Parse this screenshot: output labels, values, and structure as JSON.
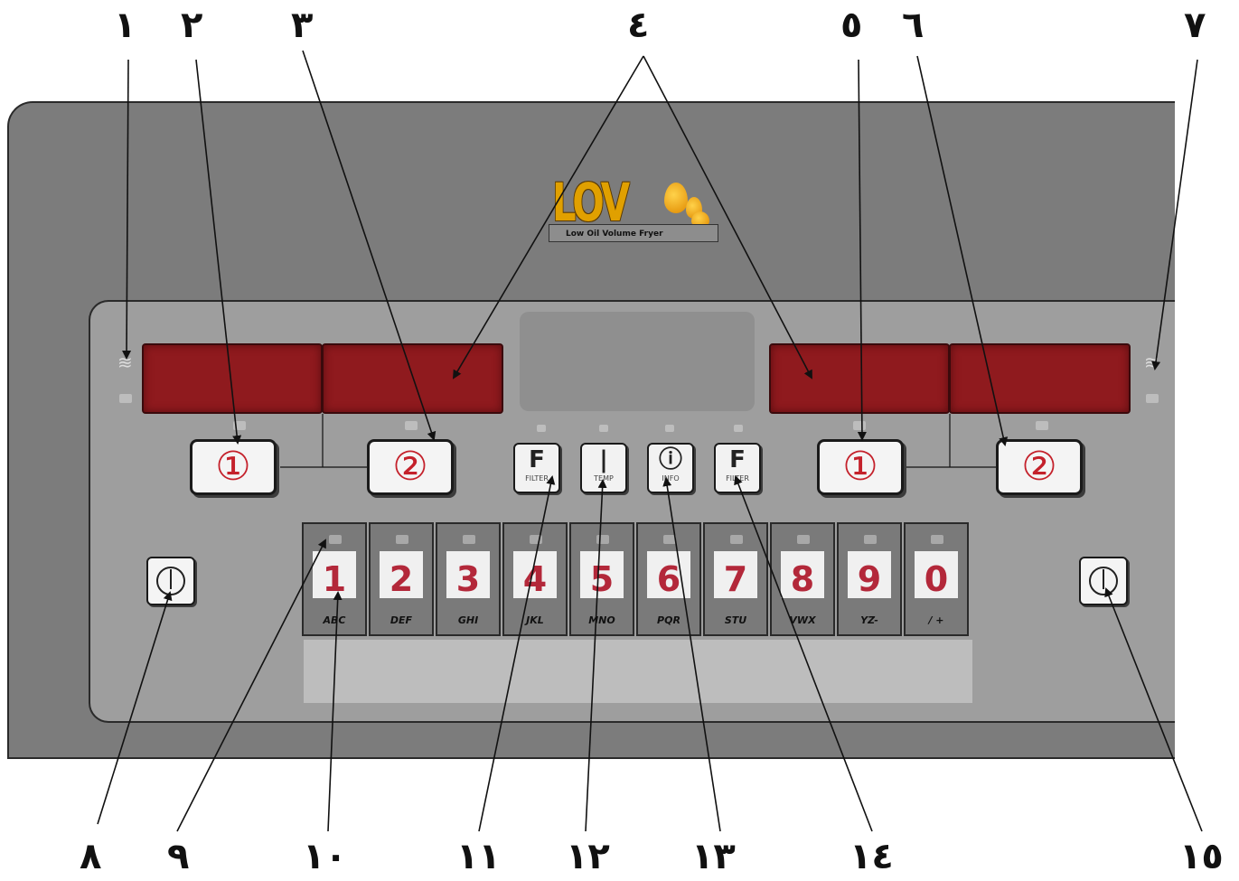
{
  "top_labels": [
    "١",
    "٢",
    "٣",
    "٤",
    "٥",
    "٦",
    "٧"
  ],
  "bottom_labels": [
    "٨",
    "٩",
    "١٠",
    "١١",
    "١٢",
    "١٣",
    "١٤",
    "١٥"
  ],
  "logo": {
    "text": "LOV",
    "subtitle": "Low Oil Volume Fryer"
  },
  "left_buttons": [
    "①",
    "②"
  ],
  "right_buttons": [
    "①",
    "②"
  ],
  "function_buttons": [
    {
      "symbol": "F",
      "caption": "FILTER"
    },
    {
      "symbol": "|",
      "caption": "TEMP"
    },
    {
      "symbol": "ⓘ",
      "caption": "INFO"
    },
    {
      "symbol": "F",
      "caption": "FILTER"
    }
  ],
  "keypad": [
    {
      "digit": "1",
      "letters": "ABC"
    },
    {
      "digit": "2",
      "letters": "DEF"
    },
    {
      "digit": "3",
      "letters": "GHI"
    },
    {
      "digit": "4",
      "letters": "JKL"
    },
    {
      "digit": "5",
      "letters": "MNO"
    },
    {
      "digit": "6",
      "letters": "PQR"
    },
    {
      "digit": "7",
      "letters": "STU"
    },
    {
      "digit": "8",
      "letters": "VWX"
    },
    {
      "digit": "9",
      "letters": "YZ-"
    },
    {
      "digit": "0",
      "letters": "/ +"
    }
  ],
  "colors": {
    "panel": "#7c7c7c",
    "inner_panel": "#9e9e9e",
    "display": "#8f1a1e",
    "key_digit": "#b3283a",
    "logo": "#e0a000"
  },
  "icons": [
    "power-icon-left",
    "power-icon-right",
    "heat-indicator-left",
    "heat-indicator-right",
    "oil-drop-icon"
  ]
}
